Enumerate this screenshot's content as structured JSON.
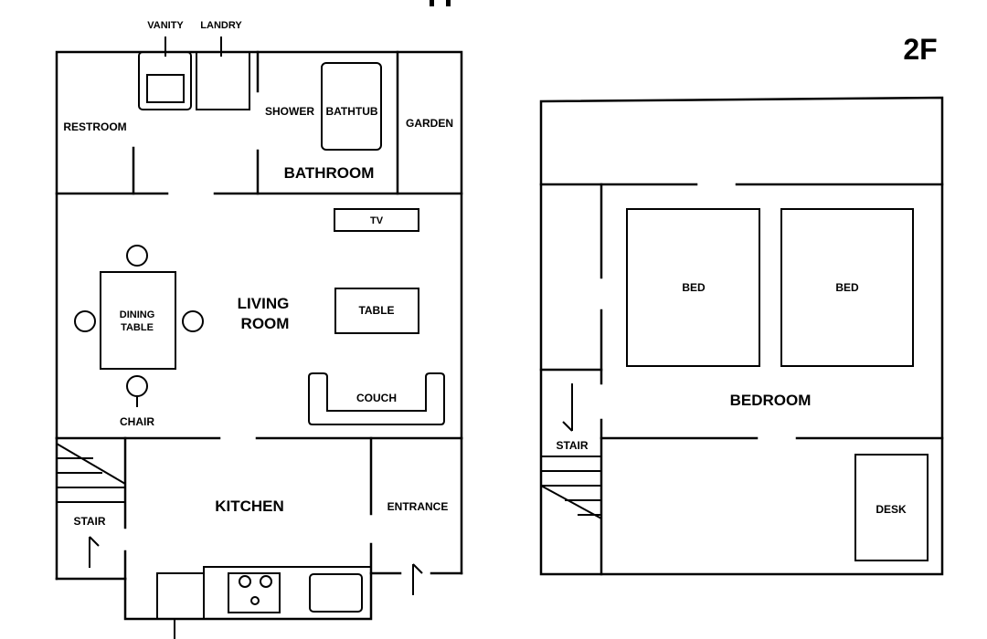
{
  "floor_1": {
    "labels": {
      "vanity": "VANITY",
      "laundry": "LANDRY",
      "restroom": "RESTROOM",
      "shower": "SHOWER",
      "bathtub": "BATHTUB",
      "garden": "GARDEN",
      "bathroom": "BATHROOM",
      "tv": "TV",
      "dining_table_line1": "DINING",
      "dining_table_line2": "TABLE",
      "living_room_line1": "LIVING",
      "living_room_line2": "ROOM",
      "table": "TABLE",
      "couch": "COUCH",
      "chair": "CHAIR",
      "kitchen": "KITCHEN",
      "entrance": "ENTRANCE",
      "stair": "STAIR"
    }
  },
  "floor_2": {
    "title": "2F",
    "labels": {
      "bed_1": "BED",
      "bed_2": "BED",
      "bedroom": "BEDROOM",
      "stair": "STAIR",
      "desk": "DESK"
    }
  }
}
